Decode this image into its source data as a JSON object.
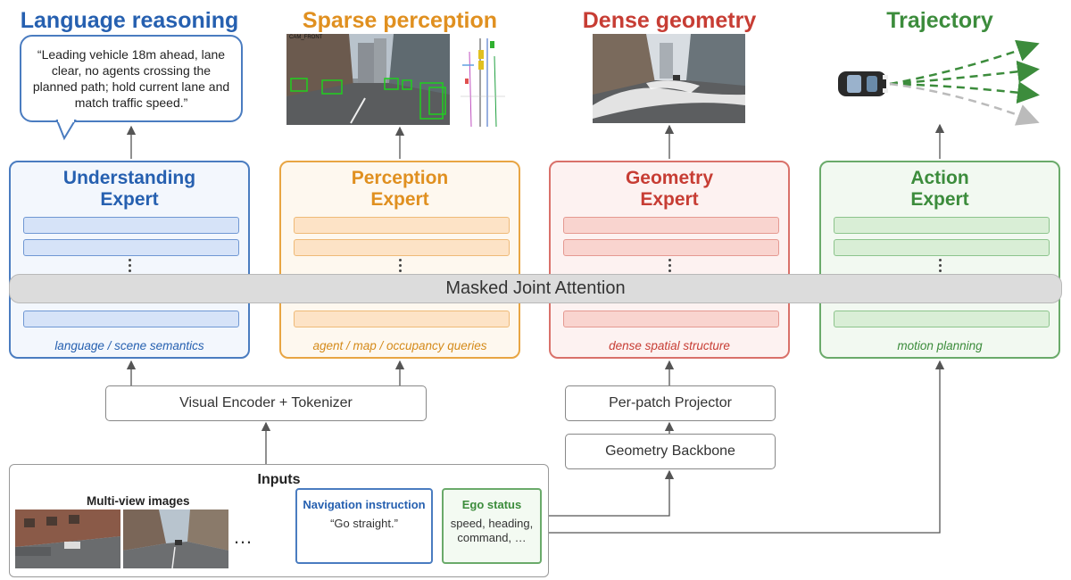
{
  "titles": {
    "language": "Language reasoning",
    "sparse": "Sparse perception",
    "dense": "Dense geometry",
    "trajectory": "Trajectory"
  },
  "speech_bubble": "“Leading vehicle 18m ahead, lane clear, no agents crossing the planned path; hold current lane and match traffic speed.”",
  "cam_label": "CAM_FRONT",
  "experts": {
    "understanding": {
      "name_1": "Understanding",
      "name_2": "Expert",
      "caption": "language / scene semantics"
    },
    "perception": {
      "name_1": "Perception",
      "name_2": "Expert",
      "caption": "agent / map / occupancy queries"
    },
    "geometry": {
      "name_1": "Geometry",
      "name_2": "Expert",
      "caption": "dense spatial structure"
    },
    "action": {
      "name_1": "Action",
      "name_2": "Expert",
      "caption": "motion planning"
    }
  },
  "attention": "Masked Joint Attention",
  "modules": {
    "visual_encoder": "Visual Encoder + Tokenizer",
    "projector": "Per-patch Projector",
    "backbone": "Geometry Backbone"
  },
  "inputs": {
    "title": "Inputs",
    "multiview": "Multi-view images",
    "ellipsis": "…",
    "nav_title": "Navigation instruction",
    "nav_value": "“Go straight.”",
    "ego_title": "Ego status",
    "ego_line1": "speed, heading,",
    "ego_line2": "command, …"
  },
  "colors": {
    "blue": "#2660b0",
    "orange": "#e09020",
    "red": "#c73d34",
    "green": "#3c8c3c"
  }
}
